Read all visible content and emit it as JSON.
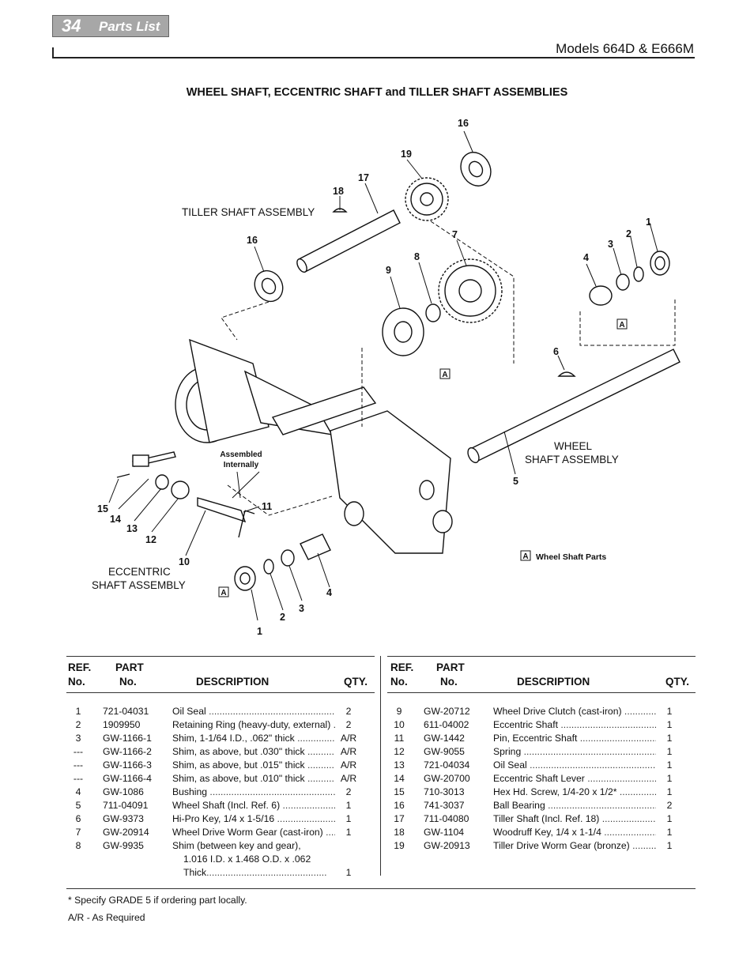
{
  "header": {
    "page_number": "34",
    "section": "Parts List",
    "models": "Models 664D & E666M"
  },
  "figure": {
    "title": "WHEEL SHAFT, ECCENTRIC SHAFT and TILLER SHAFT ASSEMBLIES",
    "labels": {
      "tiller": "TILLER SHAFT ASSEMBLY",
      "wheel_1": "WHEEL",
      "wheel_2": "SHAFT ASSEMBLY",
      "eccentric_1": "ECCENTRIC",
      "eccentric_2": "SHAFT ASSEMBLY",
      "assembled_1": "Assembled",
      "assembled_2": "Internally",
      "legend_letter": "A",
      "legend_text": "Wheel Shaft Parts"
    },
    "callouts": {
      "n1a": "1",
      "n2a": "2",
      "n3a": "3",
      "n4a": "4",
      "n1b": "1",
      "n2b": "2",
      "n3b": "3",
      "n4b": "4",
      "n5": "5",
      "n6": "6",
      "n7": "7",
      "n8": "8",
      "n9": "9",
      "n10": "10",
      "n11": "11",
      "n12": "12",
      "n13": "13",
      "n14": "14",
      "n15": "15",
      "n16a": "16",
      "n16b": "16",
      "n17": "17",
      "n18": "18",
      "n19": "19",
      "a1": "A",
      "a2": "A",
      "a3": "A"
    }
  },
  "table_headers": {
    "ref_1": "REF.",
    "ref_2": "No.",
    "part_1": "PART",
    "part_2": "No.",
    "desc": "DESCRIPTION",
    "qty": "QTY."
  },
  "parts_left": [
    {
      "ref": "1",
      "part": "721-04031",
      "desc": "Oil Seal",
      "qty": "2"
    },
    {
      "ref": "2",
      "part": "1909950",
      "desc": "Retaining Ring (heavy-duty, external)",
      "qty": "2"
    },
    {
      "ref": "3",
      "part": "GW-1166-1",
      "desc": "Shim, 1-1/64 I.D., .062\" thick",
      "qty": "A/R"
    },
    {
      "ref": "---",
      "part": "GW-1166-2",
      "desc": "Shim, as above, but .030\" thick",
      "qty": "A/R"
    },
    {
      "ref": "---",
      "part": "GW-1166-3",
      "desc": "Shim, as above, but .015\" thick",
      "qty": "A/R"
    },
    {
      "ref": "---",
      "part": "GW-1166-4",
      "desc": "Shim, as above, but .010\" thick",
      "qty": "A/R"
    },
    {
      "ref": "4",
      "part": "GW-1086",
      "desc": "Bushing",
      "qty": "2"
    },
    {
      "ref": "5",
      "part": "711-04091",
      "desc": "Wheel Shaft (Incl. Ref. 6)",
      "qty": "1"
    },
    {
      "ref": "6",
      "part": "GW-9373",
      "desc": "Hi-Pro Key, 1/4 x 1-5/16",
      "qty": "1"
    },
    {
      "ref": "7",
      "part": "GW-20914",
      "desc": "Wheel Drive Worm Gear (cast-iron)",
      "qty": "1"
    }
  ],
  "part_8": {
    "ref": "8",
    "part": "GW-9935",
    "desc_1": "Shim (between key and gear),",
    "desc_2": "1.016 I.D. x 1.468 O.D. x .062",
    "desc_3": "Thick",
    "qty": "1"
  },
  "parts_right": [
    {
      "ref": "9",
      "part": "GW-20712",
      "desc": "Wheel Drive Clutch (cast-iron)",
      "qty": "1"
    },
    {
      "ref": "10",
      "part": "611-04002",
      "desc": "Eccentric Shaft",
      "qty": "1"
    },
    {
      "ref": "11",
      "part": "GW-1442",
      "desc": "Pin, Eccentric Shaft",
      "qty": "1"
    },
    {
      "ref": "12",
      "part": "GW-9055",
      "desc": "Spring",
      "qty": "1"
    },
    {
      "ref": "13",
      "part": "721-04034",
      "desc": "Oil Seal",
      "qty": "1"
    },
    {
      "ref": "14",
      "part": "GW-20700",
      "desc": "Eccentric Shaft Lever",
      "qty": "1"
    },
    {
      "ref": "15",
      "part": "710-3013",
      "desc": "Hex Hd. Screw, 1/4-20 x 1/2*",
      "qty": "1"
    },
    {
      "ref": "16",
      "part": "741-3037",
      "desc": "Ball Bearing",
      "qty": "2"
    },
    {
      "ref": "17",
      "part": "711-04080",
      "desc": "Tiller Shaft (Incl. Ref. 18)",
      "qty": "1"
    },
    {
      "ref": "18",
      "part": "GW-1104",
      "desc": "Woodruff Key, 1/4 x 1-1/4",
      "qty": "1"
    },
    {
      "ref": "19",
      "part": "GW-20913",
      "desc": "Tiller Drive Worm Gear (bronze)",
      "qty": "1"
    }
  ],
  "footnotes": {
    "grade": "* Specify GRADE 5 if ordering part locally.",
    "ar": "A/R - As Required"
  }
}
